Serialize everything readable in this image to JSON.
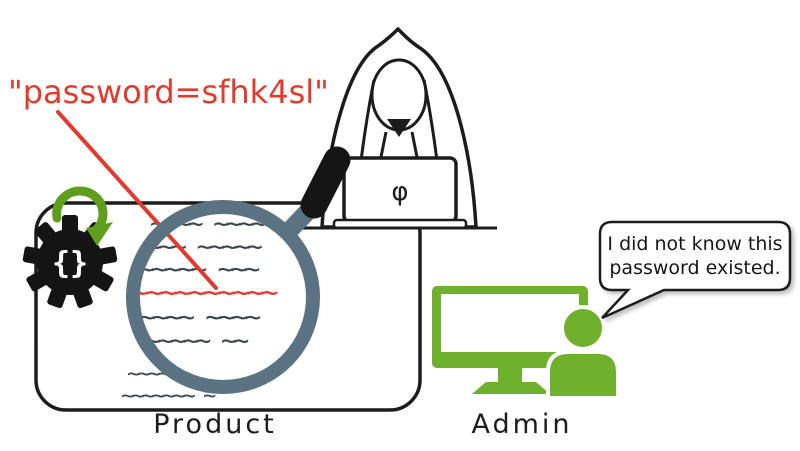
{
  "annotation": {
    "password": "\"password=sfhk4sl\""
  },
  "hacker": {
    "laptop_logo": "φ"
  },
  "gear": {
    "label": "{}"
  },
  "product": {
    "label": "Product",
    "code_lines": [
      {
        "text": "~~~~ ~~~~",
        "color": "dark"
      },
      {
        "text": "~~~ ~~~~~",
        "color": "dark"
      },
      {
        "text": "~~~~~ ~~~",
        "color": "dark"
      },
      {
        "text": "~~~~~~~~~~",
        "color": "red"
      },
      {
        "text": "~~~~ ~~~~",
        "color": "dark"
      },
      {
        "text": "~~~~~ ~~",
        "color": "dark"
      },
      {
        "text": "~~~~~~",
        "color": "dark"
      },
      {
        "text": "~~~~~~~ ~",
        "color": "dark"
      }
    ]
  },
  "admin": {
    "label": "Admin",
    "speech": {
      "line1": "I did not know this",
      "line2": "password existed."
    }
  },
  "colors": {
    "red": "#e23b2e",
    "glass": "#5b7282",
    "green": "#6fb02c",
    "ink": "#1c1c1c",
    "tilde": "#3a454d",
    "gear": "#141414",
    "arrow_green": "#5f9e1d"
  }
}
